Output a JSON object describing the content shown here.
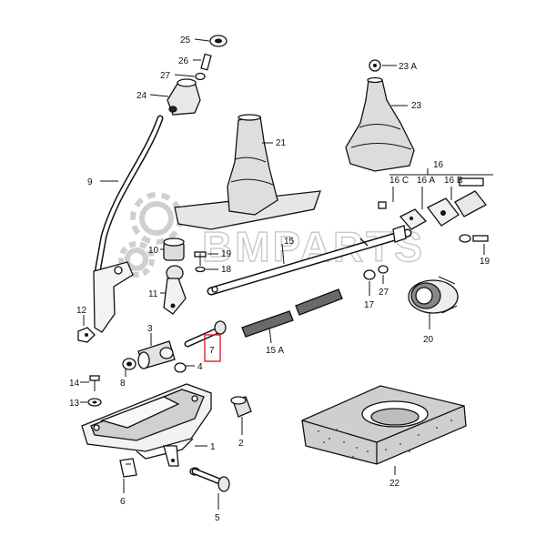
{
  "watermark": {
    "text": "BMPARTS"
  },
  "highlight_color": "#e0202a",
  "labels": {
    "l1": "1",
    "l2": "2",
    "l3": "3",
    "l4": "4",
    "l5": "5",
    "l6": "6",
    "l7": "7",
    "l8": "8",
    "l9": "9",
    "l10": "10",
    "l11": "11",
    "l12": "12",
    "l13": "13",
    "l14": "14",
    "l15": "15",
    "l15a": "15 A",
    "l16": "16",
    "l16a": "16 A",
    "l16b": "16 B",
    "l16c": "16 C",
    "l17": "17",
    "l18": "18",
    "l19a": "19",
    "l19b": "19",
    "l20": "20",
    "l21": "21",
    "l22": "22",
    "l23": "23",
    "l23a": "23 A",
    "l24": "24",
    "l25": "25",
    "l26": "26",
    "l27a": "27",
    "l27b": "27"
  }
}
